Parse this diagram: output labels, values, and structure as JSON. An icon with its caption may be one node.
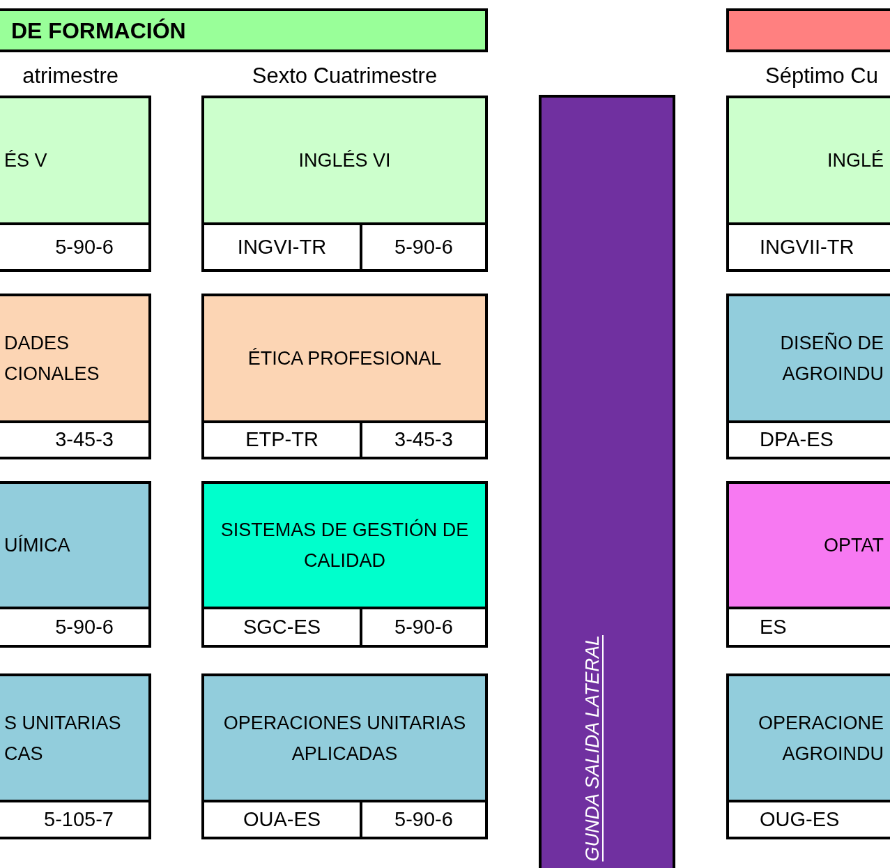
{
  "diagram": {
    "nodes": [
      {
        "text": [
          "DE FORMACIÓN"
        ]
      },
      {
        "text": [],
        "shape": "bar"
      },
      {
        "text": [
          "ÉS V",
          "5-90-6"
        ]
      },
      {
        "text": [
          "INGLÉS VI",
          "INGVI-TR",
          "5-90-6"
        ]
      },
      {
        "text": [
          "GUNDA SALIDA LATERAL"
        ]
      },
      {
        "text": [
          "INGLÉ",
          "INGVII-TR"
        ]
      },
      {
        "text": [
          "DADES CIONALES",
          "3-45-3"
        ]
      },
      {
        "text": [
          "ÉTICA PROFESIONAL",
          "ETP-TR",
          "3-45-3"
        ]
      },
      {
        "text": [
          "DISEÑO DE AGROINDU",
          "DPA-ES"
        ]
      },
      {
        "text": [
          "UÍMICA",
          "5-90-6"
        ]
      },
      {
        "text": [
          "SISTEMAS DE GESTIÓN DE CALIDAD",
          "SGC-ES",
          "5-90-6"
        ]
      },
      {
        "text": [
          "OPTAT",
          "ES"
        ]
      },
      {
        "text": [
          "S UNITARIAS CAS",
          "5-105-7"
        ]
      },
      {
        "text": [
          "OPERACIONES UNITARIAS APLICADAS",
          "OUA-ES",
          "5-90-6"
        ]
      },
      {
        "text": [
          "OPERACIONE AGROINDU",
          "OUG-ES"
        ]
      }
    ],
    "labels": [
      "atrimestre",
      "Sexto Cuatrimestre",
      "Séptimo Cu"
    ]
  }
}
